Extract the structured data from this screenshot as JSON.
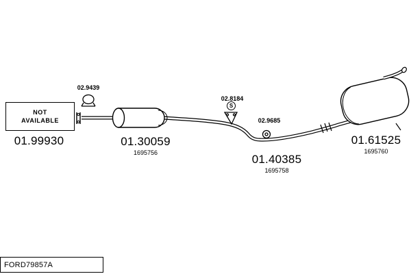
{
  "diagram": {
    "not_available": {
      "line1": "NOT",
      "line2": "AVAILABLE"
    },
    "clamp_s_symbol": "S",
    "parts": {
      "p99930": {
        "number": "01.99930"
      },
      "c9439": {
        "number": "02.9439"
      },
      "p30059": {
        "number": "01.30059",
        "ref": "1695756"
      },
      "c8184": {
        "number": "02.8184"
      },
      "c9685": {
        "number": "02.9685"
      },
      "p40385": {
        "number": "01.40385",
        "ref": "1695758"
      },
      "p61525": {
        "number": "01.61525",
        "ref": "1695760"
      }
    },
    "footer": {
      "code": "FORD79857A"
    }
  }
}
